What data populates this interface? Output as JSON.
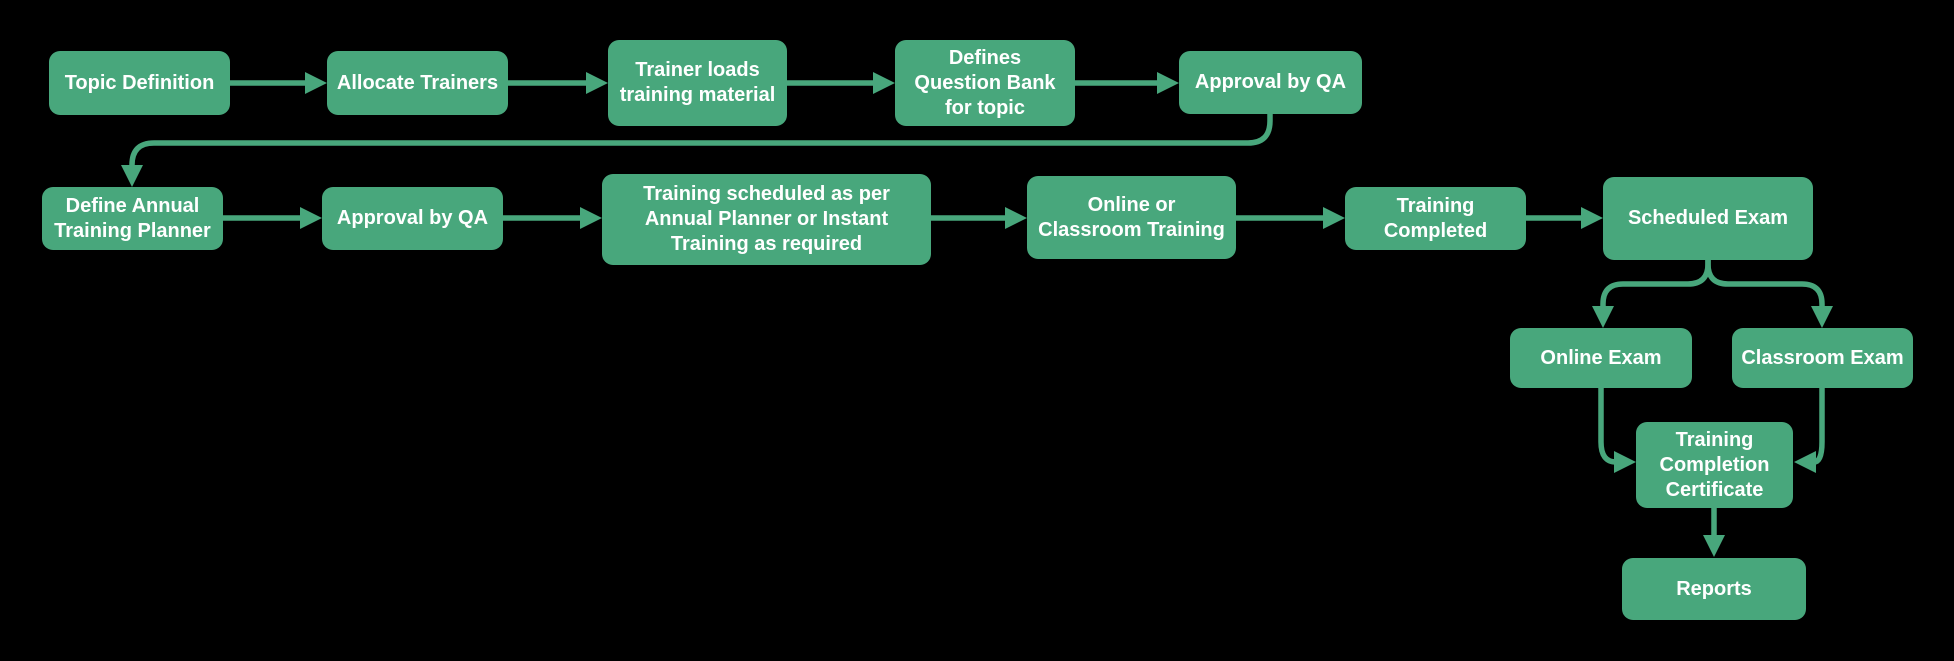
{
  "diagram": {
    "title": "Training process flowchart",
    "colors": {
      "background": "#000000",
      "node_fill": "#48A77C",
      "connector": "#48A77C",
      "node_text": "#FFFFFF"
    },
    "nodes": [
      {
        "id": "topic-definition",
        "label": "Topic Definition"
      },
      {
        "id": "allocate-trainers",
        "label": "Allocate Trainers"
      },
      {
        "id": "trainer-loads-material",
        "label": "Trainer loads\ntraining material"
      },
      {
        "id": "defines-question-bank",
        "label": "Defines\nQuestion Bank\nfor topic"
      },
      {
        "id": "approval-by-qa-1",
        "label": "Approval by QA"
      },
      {
        "id": "define-annual-planner",
        "label": "Define Annual\nTraining Planner"
      },
      {
        "id": "approval-by-qa-2",
        "label": "Approval by QA"
      },
      {
        "id": "training-scheduled",
        "label": "Training scheduled as per\nAnnual Planner or Instant\nTraining as required"
      },
      {
        "id": "online-classroom-training",
        "label": "Online or\nClassroom Training"
      },
      {
        "id": "training-completed",
        "label": "Training\nCompleted"
      },
      {
        "id": "scheduled-exam",
        "label": "Scheduled Exam"
      },
      {
        "id": "online-exam",
        "label": "Online Exam"
      },
      {
        "id": "classroom-exam",
        "label": "Classroom Exam"
      },
      {
        "id": "training-completion-certificate",
        "label": "Training\nCompletion\nCertificate"
      },
      {
        "id": "reports",
        "label": "Reports"
      }
    ],
    "edges": [
      {
        "from": "topic-definition",
        "to": "allocate-trainers"
      },
      {
        "from": "allocate-trainers",
        "to": "trainer-loads-material"
      },
      {
        "from": "trainer-loads-material",
        "to": "defines-question-bank"
      },
      {
        "from": "defines-question-bank",
        "to": "approval-by-qa-1"
      },
      {
        "from": "approval-by-qa-1",
        "to": "define-annual-planner"
      },
      {
        "from": "define-annual-planner",
        "to": "approval-by-qa-2"
      },
      {
        "from": "approval-by-qa-2",
        "to": "training-scheduled"
      },
      {
        "from": "training-scheduled",
        "to": "online-classroom-training"
      },
      {
        "from": "online-classroom-training",
        "to": "training-completed"
      },
      {
        "from": "training-completed",
        "to": "scheduled-exam"
      },
      {
        "from": "scheduled-exam",
        "to": "online-exam"
      },
      {
        "from": "scheduled-exam",
        "to": "classroom-exam"
      },
      {
        "from": "online-exam",
        "to": "training-completion-certificate"
      },
      {
        "from": "classroom-exam",
        "to": "training-completion-certificate"
      },
      {
        "from": "training-completion-certificate",
        "to": "reports"
      }
    ]
  }
}
